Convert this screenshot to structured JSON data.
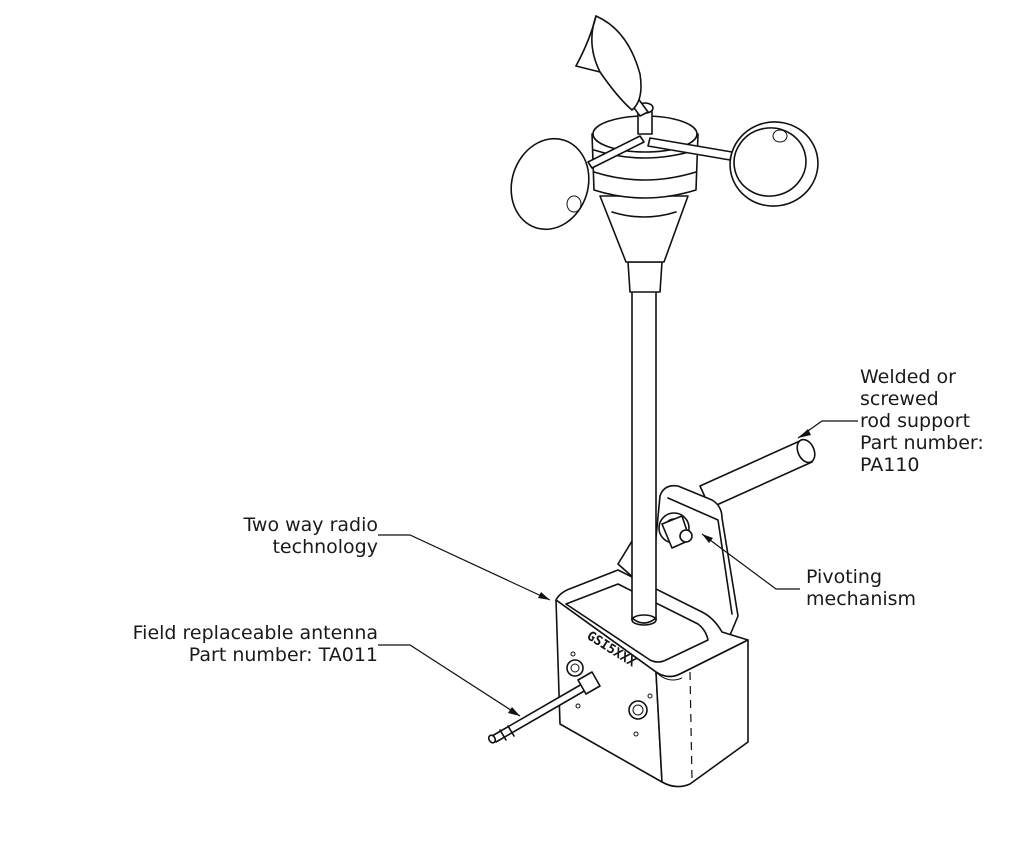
{
  "callouts": {
    "rod_support": {
      "line1": "Welded or",
      "line2": "screwed",
      "line3": "rod support",
      "line4": "Part number:",
      "line5": "PA110"
    },
    "radio": {
      "line1": "Two way radio",
      "line2": "technology"
    },
    "antenna": {
      "line1": "Field replaceable antenna",
      "line2": "Part number: TA011"
    },
    "pivot": {
      "line1": "Pivoting",
      "line2": "mechanism"
    }
  },
  "enclosure_marking": "GSI5XXX",
  "icons": {
    "anemometer": "anemometer-icon",
    "antenna": "antenna-icon",
    "connector": "connector-icon"
  }
}
